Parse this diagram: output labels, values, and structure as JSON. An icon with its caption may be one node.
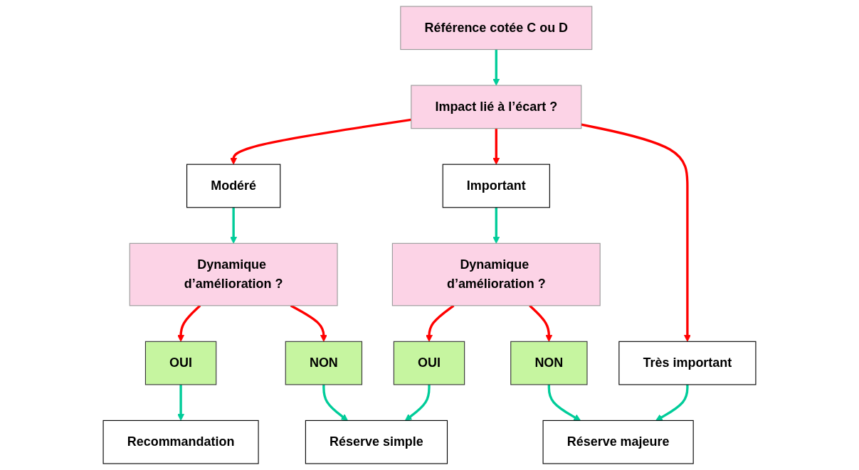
{
  "diagram": {
    "nodes": [
      {
        "text": [
          "Référence cotée C ou D"
        ]
      },
      {
        "text": [
          "Impact lié à l’écart ?"
        ]
      },
      {
        "text": [
          "Modéré"
        ]
      },
      {
        "text": [
          "Important"
        ]
      },
      {
        "text": [
          "Très important"
        ]
      },
      {
        "text": [
          "Dynamique d’amélioration ?"
        ]
      },
      {
        "text": [
          "Dynamique d’amélioration ?"
        ]
      },
      {
        "text": [
          "OUI"
        ]
      },
      {
        "text": [
          "NON"
        ]
      },
      {
        "text": [
          "OUI"
        ]
      },
      {
        "text": [
          "NON"
        ]
      },
      {
        "text": [
          "Recommandation"
        ]
      },
      {
        "text": [
          "Réserve simple"
        ]
      },
      {
        "text": [
          "Réserve majeure"
        ]
      }
    ],
    "edges": [
      {
        "from": 0,
        "to": 1,
        "arrow": "to"
      },
      {
        "from": 1,
        "to": 2,
        "arrow": "to",
        "color": "#ff0000"
      },
      {
        "from": 1,
        "to": 3,
        "arrow": "to",
        "color": "#ff0000"
      },
      {
        "from": 1,
        "to": 4,
        "arrow": "to",
        "color": "#ff0000"
      },
      {
        "from": 2,
        "to": 5,
        "arrow": "to"
      },
      {
        "from": 3,
        "to": 6,
        "arrow": "to"
      },
      {
        "from": 4,
        "to": 13,
        "arrow": "to"
      },
      {
        "from": 5,
        "to": 7,
        "arrow": "to",
        "color": "#ff0000"
      },
      {
        "from": 5,
        "to": 8,
        "arrow": "to",
        "color": "#ff0000"
      },
      {
        "from": 6,
        "to": 9,
        "arrow": "to",
        "color": "#ff0000"
      },
      {
        "from": 6,
        "to": 10,
        "arrow": "to",
        "color": "#ff0000"
      },
      {
        "from": 7,
        "to": 11,
        "arrow": "to"
      },
      {
        "from": 8,
        "to": 12,
        "arrow": "to"
      },
      {
        "from": 9,
        "to": 12,
        "arrow": "to"
      },
      {
        "from": 10,
        "to": 13,
        "arrow": "to"
      }
    ]
  }
}
